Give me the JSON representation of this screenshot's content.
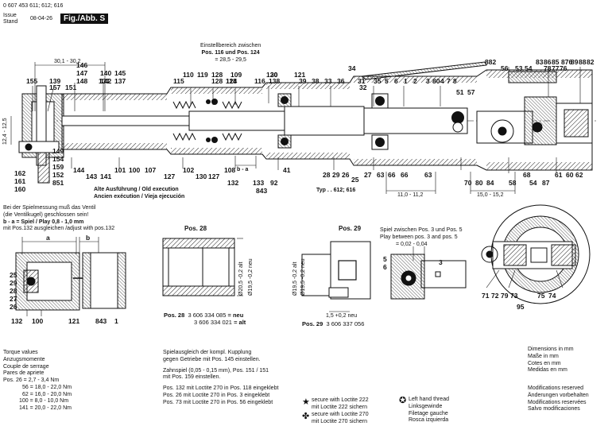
{
  "header": {
    "doc_number": "0 607 453 611; 612; 616",
    "issue_label": "Issue",
    "stand_label": "Stand",
    "issue_date": "08-04-26",
    "figure_label": "Fig./Abb. S"
  },
  "adjust_note": {
    "line1": "Einstellbereich zwischen",
    "line2": "Pos. 116 und Pos. 124",
    "line3": "= 28,5 - 29,5"
  },
  "dimensions": {
    "d_top": "30,1 - 30,2",
    "d_side": "12,4 - 12,5",
    "d_11": "11,0 - 11,2",
    "d_15": "15,0 - 15,2",
    "b_a": "b - a",
    "typ": "Typ . . 612; 616"
  },
  "old_exec": {
    "l1": "Alte Ausführung / Old execution",
    "l2": "Ancien exécution / Vieja ejecución"
  },
  "labels_top": [
    "155",
    "139",
    "157",
    "151",
    "147",
    "148",
    "140",
    "142",
    "145",
    "146",
    "131",
    "137",
    "110",
    "119",
    "115",
    "128",
    "124",
    "109",
    "128",
    "118",
    "116",
    "138",
    "30",
    "120",
    "121",
    "39",
    "38",
    "33",
    "36",
    "34",
    "31",
    "32",
    "35",
    "5",
    "6",
    "1",
    "2",
    "3",
    "80",
    "4",
    "7",
    "8",
    "51",
    "57",
    "882",
    "56",
    "53",
    "54",
    "83",
    "86",
    "85",
    "78",
    "77",
    "76",
    "876",
    "89",
    "88",
    "82"
  ],
  "labels_bottom": [
    "149",
    "154",
    "159",
    "152",
    "162",
    "161",
    "160",
    "851",
    "144",
    "143",
    "141",
    "101",
    "100",
    "107",
    "127",
    "102",
    "130",
    "127",
    "108",
    "132",
    "133",
    "92",
    "41",
    "843",
    "28",
    "29",
    "26",
    "25",
    "27",
    "63",
    "66",
    "63",
    "66",
    "70",
    "80",
    "84",
    "58",
    "68",
    "54",
    "87",
    "61",
    "60",
    "62"
  ],
  "valve_note": {
    "l1": "Bei der Spielmessung muß das Ventil",
    "l2": "(die Ventilkugel) geschlossen sein!",
    "l3": "b - a = Spiel / Play 0,8 - 1,0 mm",
    "l4": "mit Pos.132 ausgleichen /adjust with pos.132"
  },
  "detail_a": {
    "a": "a",
    "labels": [
      "132",
      "100"
    ],
    "bottom": [
      "26",
      "27",
      "28",
      "29",
      "25"
    ]
  },
  "detail_b": {
    "b": "b",
    "labels": [
      "121",
      "843",
      "1"
    ]
  },
  "pos28": {
    "title": "Pos. 28",
    "d1": "Ø20,5 -0,2 alt",
    "d2": "Ø19,5 -0,2 neu",
    "line1_pos": "Pos. 28",
    "line1_num": "3 606 334 085",
    "line1_tag": "= neu",
    "line2_num": "3 606 334 021",
    "line2_tag": "= alt"
  },
  "pos29": {
    "title": "Pos. 29",
    "d1": "Ø19,5 -0,2 alt",
    "d2": "Ø19,5 -0,2 neu",
    "gap": "1,5 +0,2 neu",
    "line_pos": "Pos. 29",
    "line_num": "3 606 337 056"
  },
  "play_note": {
    "l1": "Spiel zwischen Pos. 3 und Pos. 5",
    "l2": "Play between pos. 3 and pos. 5",
    "l3": "= 0,02 - 0,04",
    "labels": [
      "5",
      "6",
      "3"
    ]
  },
  "detail_right": {
    "labels": [
      "71",
      "72",
      "79",
      "73",
      "95",
      "75",
      "74"
    ]
  },
  "torque": {
    "lines": [
      "Torque values",
      "Anzugsmomente",
      "Couple de serrage",
      "Pares de apriete"
    ],
    "values": [
      "Pos. 26 =  2,7 -  3,4 Nm",
      "56 = 18,0 - 22,0 Nm",
      "62 = 16,0 - 20,0 Nm",
      "100 =  8,0 - 10,0 Nm",
      "141 = 20,0 - 22,0 Nm"
    ]
  },
  "coupling": {
    "lines": [
      "Spielausgleich der kompl. Kupplung",
      "gegen Getriebe mit Pos. 145 einstellen.",
      "",
      "Zahnspiel (0,05 - 0,15 mm), Pos. 151 / 151",
      "mit Pos. 159 einstellen.",
      "",
      "Pos. 132 mit Loctite 270 in Pos. 118 eingeklebt",
      "Pos.   26 mit Loctite 270 in Pos.    3 eingeklebt",
      "Pos.   73 mit Loctite 270 in Pos.  56 eingeklebt"
    ]
  },
  "loctite": {
    "l222a": "secure with Loctite 222",
    "l222b": "mit Loctite 222 sichern",
    "l270a": "secure with Loctite 270",
    "l270b": "mit Loctite 270 sichern"
  },
  "thread": {
    "lines": [
      "Left hand thread",
      "Linksgewinde",
      "Filetage gauche",
      "Rosca izquierda"
    ]
  },
  "units": {
    "lines": [
      "Dimensions in mm",
      "Maße in mm",
      "Cotes en mm",
      "Medidas en mm"
    ]
  },
  "mods": {
    "lines": [
      "Modifications reserved",
      "Änderungen vorbehalten",
      "Modifications reservées",
      "Salvo modificaciones"
    ]
  }
}
